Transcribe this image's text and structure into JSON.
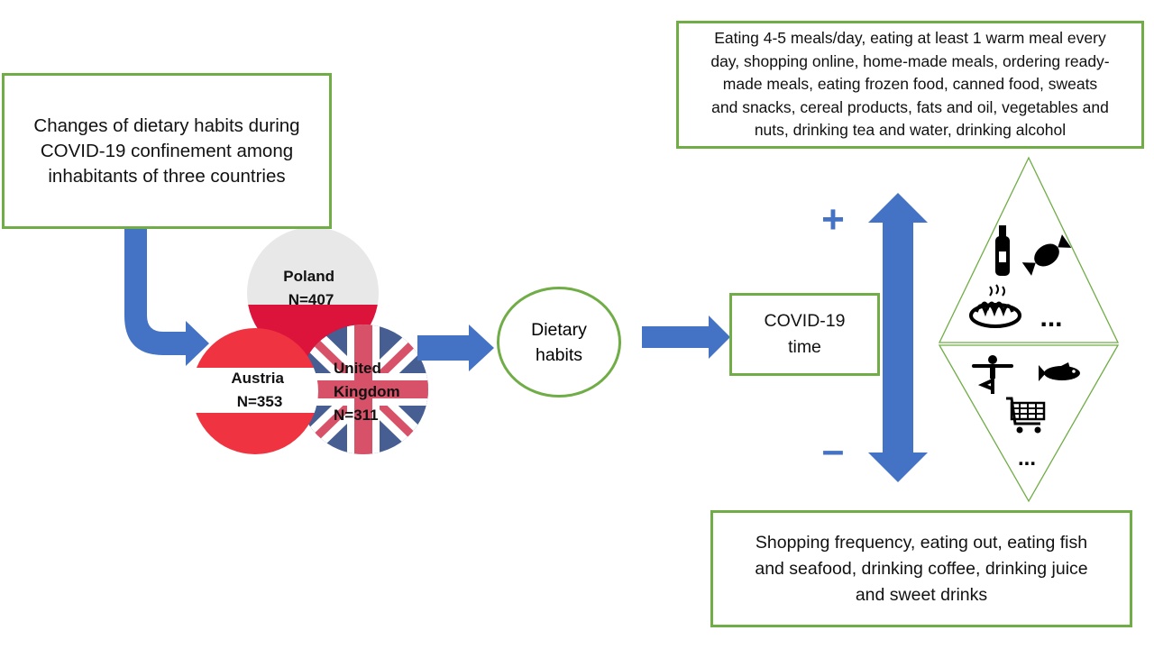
{
  "title_box": {
    "lines": [
      "Changes of dietary habits during",
      "COVID-19 confinement among",
      "inhabitants of three countries"
    ]
  },
  "countries": [
    {
      "name_lines": [
        "Poland"
      ],
      "n": "N=407",
      "flag": "poland"
    },
    {
      "name_lines": [
        "Austria"
      ],
      "n": "N=353",
      "flag": "austria"
    },
    {
      "name_lines": [
        "United",
        "Kingdom"
      ],
      "n": "N=311",
      "flag": "united-kingdom"
    }
  ],
  "dietary_habits": {
    "lines": [
      "Dietary",
      "habits"
    ]
  },
  "covid_time": {
    "lines": [
      "COVID-19",
      "time"
    ]
  },
  "plus_sign": "+",
  "minus_sign": "–",
  "increased_box": {
    "lines": [
      "Eating 4-5 meals/day, eating at least 1 warm meal every",
      "day, shopping online, home-made meals, ordering ready-",
      "made meals, eating frozen food, canned food, sweats",
      "and snacks, cereal products, fats and oil, vegetables and",
      "nuts, drinking tea and water, drinking alcohol"
    ]
  },
  "decreased_box": {
    "lines": [
      "Shopping frequency, eating out, eating fish",
      "and seafood, drinking coffee, drinking juice",
      "and sweet drinks"
    ]
  },
  "top_diamond": {
    "icons": [
      "bottle-icon",
      "candy-icon",
      "pasta-plate-icon"
    ],
    "ellipsis": "..."
  },
  "bottom_diamond": {
    "icons": [
      "yoga-person-icon",
      "fish-icon",
      "shopping-cart-icon"
    ],
    "ellipsis": "..."
  },
  "colors": {
    "border_green": "#70ad47",
    "arrow_blue": "#4472c4",
    "poland_white": "#e8e8e8",
    "poland_red": "#dc143c",
    "austria_red": "#ef3340",
    "uk_blue": "#012169",
    "uk_red": "#c8102e"
  }
}
